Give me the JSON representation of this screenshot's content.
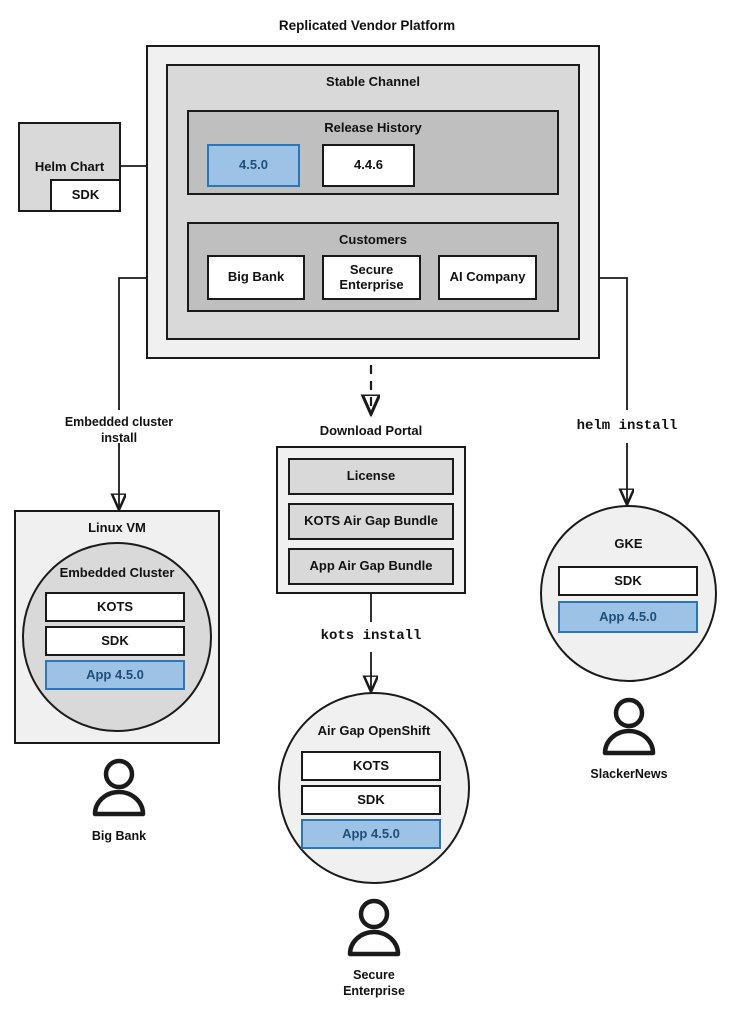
{
  "diagram": {
    "title": "Replicated Vendor Platform",
    "type": "architecture-flow"
  },
  "helm_chart": {
    "label": "Helm Chart",
    "sdk_label": "SDK"
  },
  "platform": {
    "channel": {
      "label": "Stable Channel",
      "release_history": {
        "label": "Release History",
        "releases": [
          {
            "version": "4.5.0",
            "highlighted": true
          },
          {
            "version": "4.4.6",
            "highlighted": false
          }
        ]
      },
      "customers": {
        "label": "Customers",
        "items": [
          {
            "name": "Big Bank"
          },
          {
            "name": "Secure\nEnterprise"
          },
          {
            "name": "AI Company"
          }
        ]
      }
    }
  },
  "flows": {
    "embedded_install": "Embedded cluster\ninstall",
    "kots_install": "kots install",
    "helm_install": "helm install"
  },
  "download_portal": {
    "label": "Download Portal",
    "artifacts": [
      "License",
      "KOTS Air Gap Bundle",
      "App Air Gap Bundle"
    ]
  },
  "targets": {
    "linux_vm": {
      "label": "Linux VM",
      "cluster_label": "Embedded Cluster",
      "components": [
        {
          "label": "KOTS",
          "highlighted": false
        },
        {
          "label": "SDK",
          "highlighted": false
        },
        {
          "label": "App 4.5.0",
          "highlighted": true
        }
      ],
      "customer": "Big Bank"
    },
    "airgap_openshift": {
      "label": "Air Gap OpenShift",
      "components": [
        {
          "label": "KOTS",
          "highlighted": false
        },
        {
          "label": "SDK",
          "highlighted": false
        },
        {
          "label": "App 4.5.0",
          "highlighted": true
        }
      ],
      "customer": "Secure\nEnterprise"
    },
    "gke": {
      "label": "GKE",
      "components": [
        {
          "label": "SDK",
          "highlighted": false
        },
        {
          "label": "App 4.5.0",
          "highlighted": true
        }
      ],
      "customer": "SlackerNews"
    }
  },
  "colors": {
    "highlight_fill": "#9cc3e5",
    "highlight_border": "#2e75b6",
    "highlight_text": "#1f4e79",
    "stroke": "#1a1a1a",
    "fill_light": "#f0f0f0",
    "fill_mid": "#d9d9d9",
    "fill_dark": "#bfbfbf"
  }
}
